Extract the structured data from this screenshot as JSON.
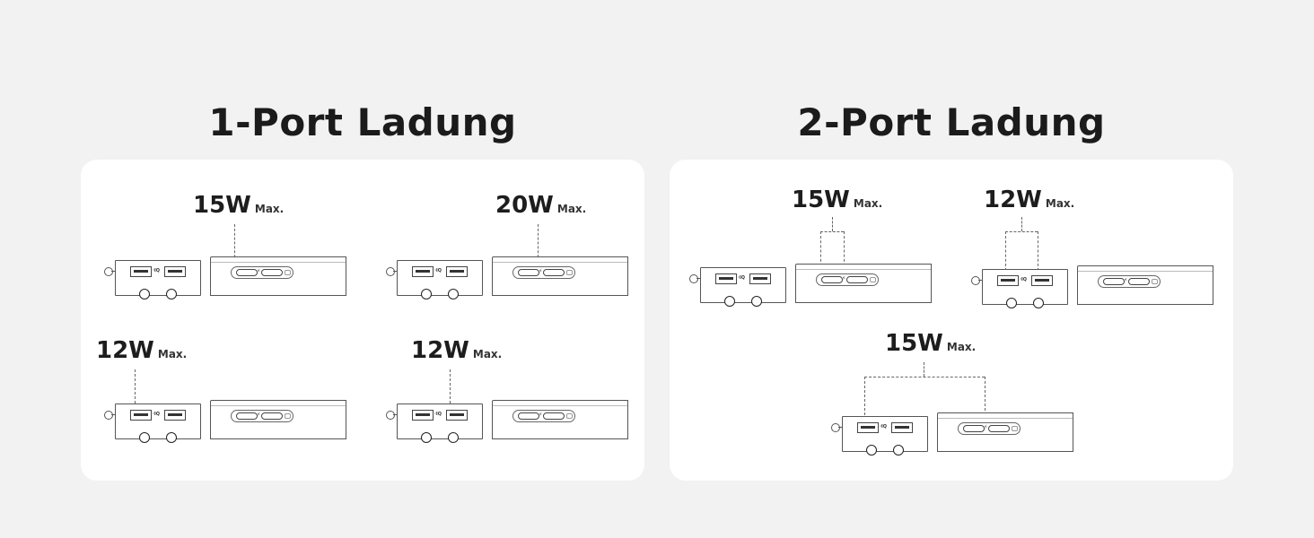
{
  "titles": {
    "one_port": "1-Port Ladung",
    "two_port": "2-Port Ladung"
  },
  "port_labels": {
    "iq": "·IQ"
  },
  "one_port": [
    {
      "watts": "15W",
      "max": "Max.",
      "port": "usb-c-side"
    },
    {
      "watts": "20W",
      "max": "Max.",
      "port": "usb-c-side"
    },
    {
      "watts": "12W",
      "max": "Max.",
      "port": "usb-a-left"
    },
    {
      "watts": "12W",
      "max": "Max.",
      "port": "usb-a-right"
    }
  ],
  "two_port": [
    {
      "watts": "15W",
      "max": "Max.",
      "ports": "usb-c-both"
    },
    {
      "watts": "12W",
      "max": "Max.",
      "ports": "usb-a-both"
    },
    {
      "watts": "15W",
      "max": "Max.",
      "ports": "usb-a-and-usb-c"
    }
  ],
  "colors": {
    "background": "#f2f2f3",
    "panel": "#ffffff",
    "text": "#1b1b1b",
    "line": "#555555"
  }
}
